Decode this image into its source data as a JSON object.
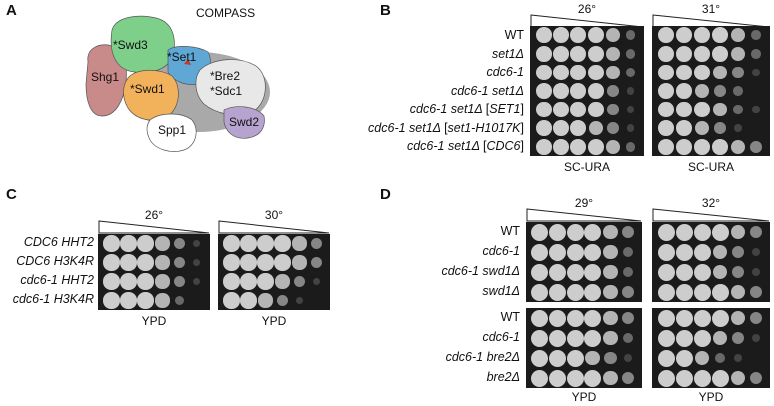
{
  "panels": {
    "A": {
      "letter": "A",
      "title": "COMPASS",
      "subunits": [
        {
          "label": "Swd3",
          "asterisk": true
        },
        {
          "label": "Set1",
          "asterisk": true
        },
        {
          "label": "Shg1",
          "asterisk": false
        },
        {
          "label": "Bre2",
          "asterisk": true
        },
        {
          "label": "Sdc1",
          "asterisk": true
        },
        {
          "label": "Swd1",
          "asterisk": true
        },
        {
          "label": "Swd2",
          "asterisk": false
        },
        {
          "label": "Spp1",
          "asterisk": false
        }
      ],
      "colors": {
        "Swd3": "#7dcf8a",
        "Set1": "#5fa8d6",
        "Shg1": "#c98a8a",
        "Bre2": "#e8e8e8",
        "Swd1": "#f2b25c",
        "Swd2": "#b7a3cf",
        "Spp1": "#ffffff"
      }
    },
    "B": {
      "letter": "B",
      "strains": [
        {
          "parts": [
            {
              "t": "WT",
              "i": false
            }
          ]
        },
        {
          "parts": [
            {
              "t": "set1Δ",
              "i": true
            }
          ]
        },
        {
          "parts": [
            {
              "t": "cdc6-1",
              "i": true
            }
          ]
        },
        {
          "parts": [
            {
              "t": "cdc6-1 set1Δ",
              "i": true
            }
          ]
        },
        {
          "parts": [
            {
              "t": "cdc6-1 set1Δ ",
              "i": true
            },
            {
              "t": "[",
              "i": false
            },
            {
              "t": "SET1",
              "i": true
            },
            {
              "t": "]",
              "i": false
            }
          ]
        },
        {
          "parts": [
            {
              "t": "cdc6-1 set1Δ ",
              "i": true
            },
            {
              "t": "[",
              "i": false
            },
            {
              "t": "set1-H1017K",
              "i": true
            },
            {
              "t": "]",
              "i": false
            }
          ]
        },
        {
          "parts": [
            {
              "t": "cdc6-1 set1Δ ",
              "i": true
            },
            {
              "t": "[",
              "i": false
            },
            {
              "t": "CDC6",
              "i": true
            },
            {
              "t": "]",
              "i": false
            }
          ]
        }
      ],
      "temps": [
        "26°",
        "31°"
      ],
      "medium": [
        "SC-URA",
        "SC-URA"
      ],
      "growth": [
        [
          [
            5,
            5,
            5,
            5,
            4,
            2
          ],
          [
            5,
            5,
            5,
            5,
            4,
            2
          ]
        ],
        [
          [
            5,
            5,
            5,
            5,
            4,
            2
          ],
          [
            5,
            5,
            5,
            5,
            4,
            2
          ]
        ],
        [
          [
            5,
            5,
            5,
            5,
            4,
            2
          ],
          [
            5,
            5,
            5,
            4,
            3,
            1
          ]
        ],
        [
          [
            5,
            5,
            5,
            5,
            3,
            1
          ],
          [
            5,
            5,
            4,
            3,
            2,
            0
          ]
        ],
        [
          [
            5,
            5,
            5,
            5,
            3,
            1
          ],
          [
            5,
            5,
            5,
            4,
            2,
            1
          ]
        ],
        [
          [
            5,
            5,
            5,
            4,
            3,
            1
          ],
          [
            5,
            5,
            4,
            3,
            1,
            0
          ]
        ],
        [
          [
            5,
            5,
            5,
            5,
            4,
            2
          ],
          [
            5,
            5,
            5,
            5,
            4,
            3
          ]
        ]
      ]
    },
    "C": {
      "letter": "C",
      "strains": [
        {
          "parts": [
            {
              "t": "CDC6 HHT2",
              "i": true
            }
          ]
        },
        {
          "parts": [
            {
              "t": "CDC6 H3K4R",
              "i": true
            }
          ]
        },
        {
          "parts": [
            {
              "t": "cdc6-1 HHT2",
              "i": true
            }
          ]
        },
        {
          "parts": [
            {
              "t": "cdc6-1 H3K4R",
              "i": true
            }
          ]
        }
      ],
      "temps": [
        "26°",
        "30°"
      ],
      "medium": [
        "YPD",
        "YPD"
      ],
      "growth": [
        [
          [
            5,
            5,
            5,
            4,
            3,
            1
          ],
          [
            5,
            5,
            5,
            5,
            4,
            3
          ]
        ],
        [
          [
            5,
            5,
            5,
            4,
            3,
            1
          ],
          [
            5,
            5,
            5,
            5,
            4,
            3
          ]
        ],
        [
          [
            5,
            5,
            5,
            4,
            3,
            1
          ],
          [
            5,
            5,
            5,
            4,
            3,
            1
          ]
        ],
        [
          [
            5,
            5,
            5,
            4,
            2,
            0
          ],
          [
            5,
            5,
            4,
            3,
            1,
            0
          ]
        ]
      ]
    },
    "D": {
      "letter": "D",
      "temps": [
        "29°",
        "32°"
      ],
      "groups": [
        {
          "strains": [
            {
              "parts": [
                {
                  "t": "WT",
                  "i": false
                }
              ]
            },
            {
              "parts": [
                {
                  "t": "cdc6-1",
                  "i": true
                }
              ]
            },
            {
              "parts": [
                {
                  "t": "cdc6-1 swd1Δ",
                  "i": true
                }
              ]
            },
            {
              "parts": [
                {
                  "t": "swd1Δ",
                  "i": true
                }
              ]
            }
          ],
          "growth": [
            [
              [
                5,
                5,
                5,
                5,
                4,
                3
              ],
              [
                5,
                5,
                5,
                5,
                4,
                3
              ]
            ],
            [
              [
                5,
                5,
                5,
                5,
                4,
                2
              ],
              [
                5,
                5,
                5,
                4,
                3,
                1
              ]
            ],
            [
              [
                5,
                5,
                5,
                5,
                4,
                2
              ],
              [
                5,
                5,
                5,
                4,
                3,
                1
              ]
            ],
            [
              [
                5,
                5,
                5,
                5,
                4,
                3
              ],
              [
                5,
                5,
                5,
                5,
                4,
                3
              ]
            ]
          ]
        },
        {
          "strains": [
            {
              "parts": [
                {
                  "t": "WT",
                  "i": false
                }
              ]
            },
            {
              "parts": [
                {
                  "t": "cdc6-1",
                  "i": true
                }
              ]
            },
            {
              "parts": [
                {
                  "t": "cdc6-1 bre2Δ",
                  "i": true
                }
              ]
            },
            {
              "parts": [
                {
                  "t": "bre2Δ",
                  "i": true
                }
              ]
            }
          ],
          "growth": [
            [
              [
                5,
                5,
                5,
                5,
                4,
                3
              ],
              [
                5,
                5,
                5,
                5,
                4,
                3
              ]
            ],
            [
              [
                5,
                5,
                5,
                5,
                4,
                2
              ],
              [
                5,
                5,
                5,
                4,
                3,
                1
              ]
            ],
            [
              [
                5,
                5,
                5,
                4,
                3,
                1
              ],
              [
                5,
                5,
                4,
                2,
                1,
                0
              ]
            ],
            [
              [
                5,
                5,
                5,
                5,
                4,
                3
              ],
              [
                5,
                5,
                5,
                5,
                4,
                3
              ]
            ]
          ]
        }
      ],
      "medium": [
        "YPD",
        "YPD"
      ]
    }
  }
}
